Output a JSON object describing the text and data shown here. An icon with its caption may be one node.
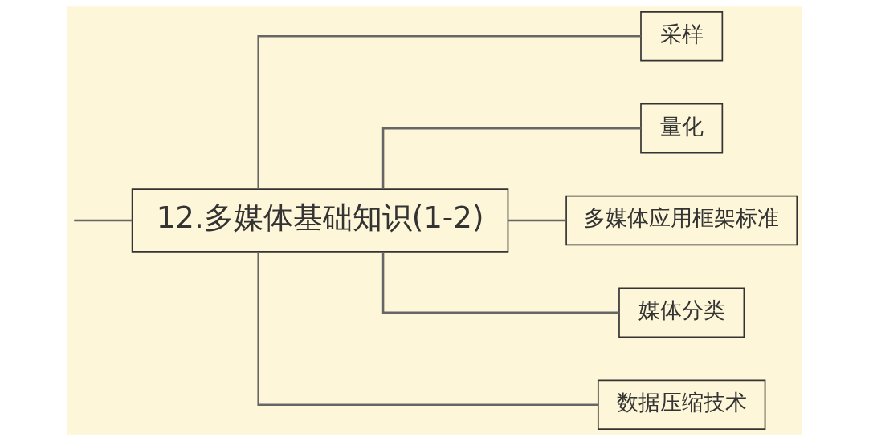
{
  "diagram": {
    "nodes": [
      {
        "text": [
          "12.多媒体基础知识(1-2)"
        ]
      },
      {
        "text": [
          "采样"
        ]
      },
      {
        "text": [
          "量化"
        ]
      },
      {
        "text": [
          "多媒体应用框架标准"
        ]
      },
      {
        "text": [
          "媒体分类"
        ]
      },
      {
        "text": [
          "数据压缩技术"
        ]
      }
    ],
    "edges": [
      {
        "from": null,
        "to": 0,
        "arrow": "none"
      },
      {
        "from": 0,
        "to": 1,
        "arrow": "none"
      },
      {
        "from": 0,
        "to": 2,
        "arrow": "none"
      },
      {
        "from": 0,
        "to": 3,
        "arrow": "none"
      },
      {
        "from": 0,
        "to": 4,
        "arrow": "none"
      },
      {
        "from": 0,
        "to": 5,
        "arrow": "none"
      }
    ]
  }
}
